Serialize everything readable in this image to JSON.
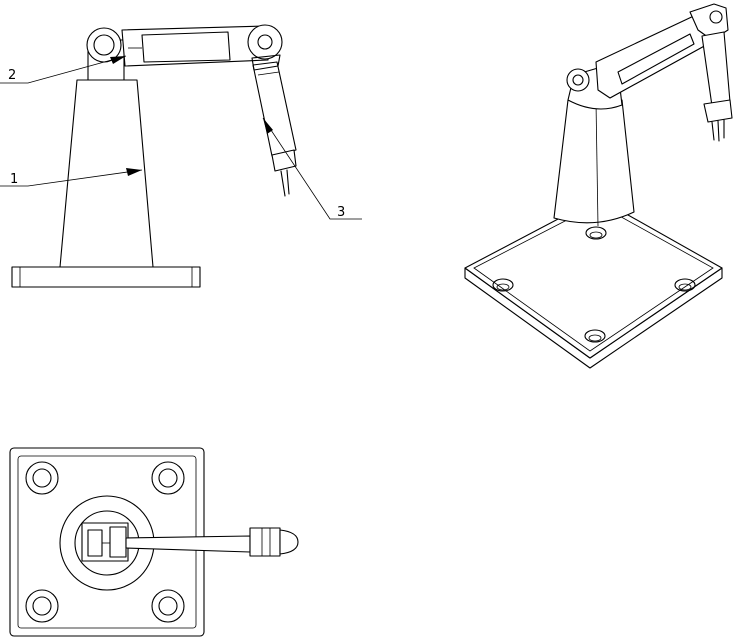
{
  "callouts": [
    {
      "id": "part-1",
      "label": "1"
    },
    {
      "id": "part-2",
      "label": "2"
    },
    {
      "id": "part-3",
      "label": "3"
    }
  ],
  "colors": {
    "line": "#000000",
    "background": "#ffffff"
  }
}
